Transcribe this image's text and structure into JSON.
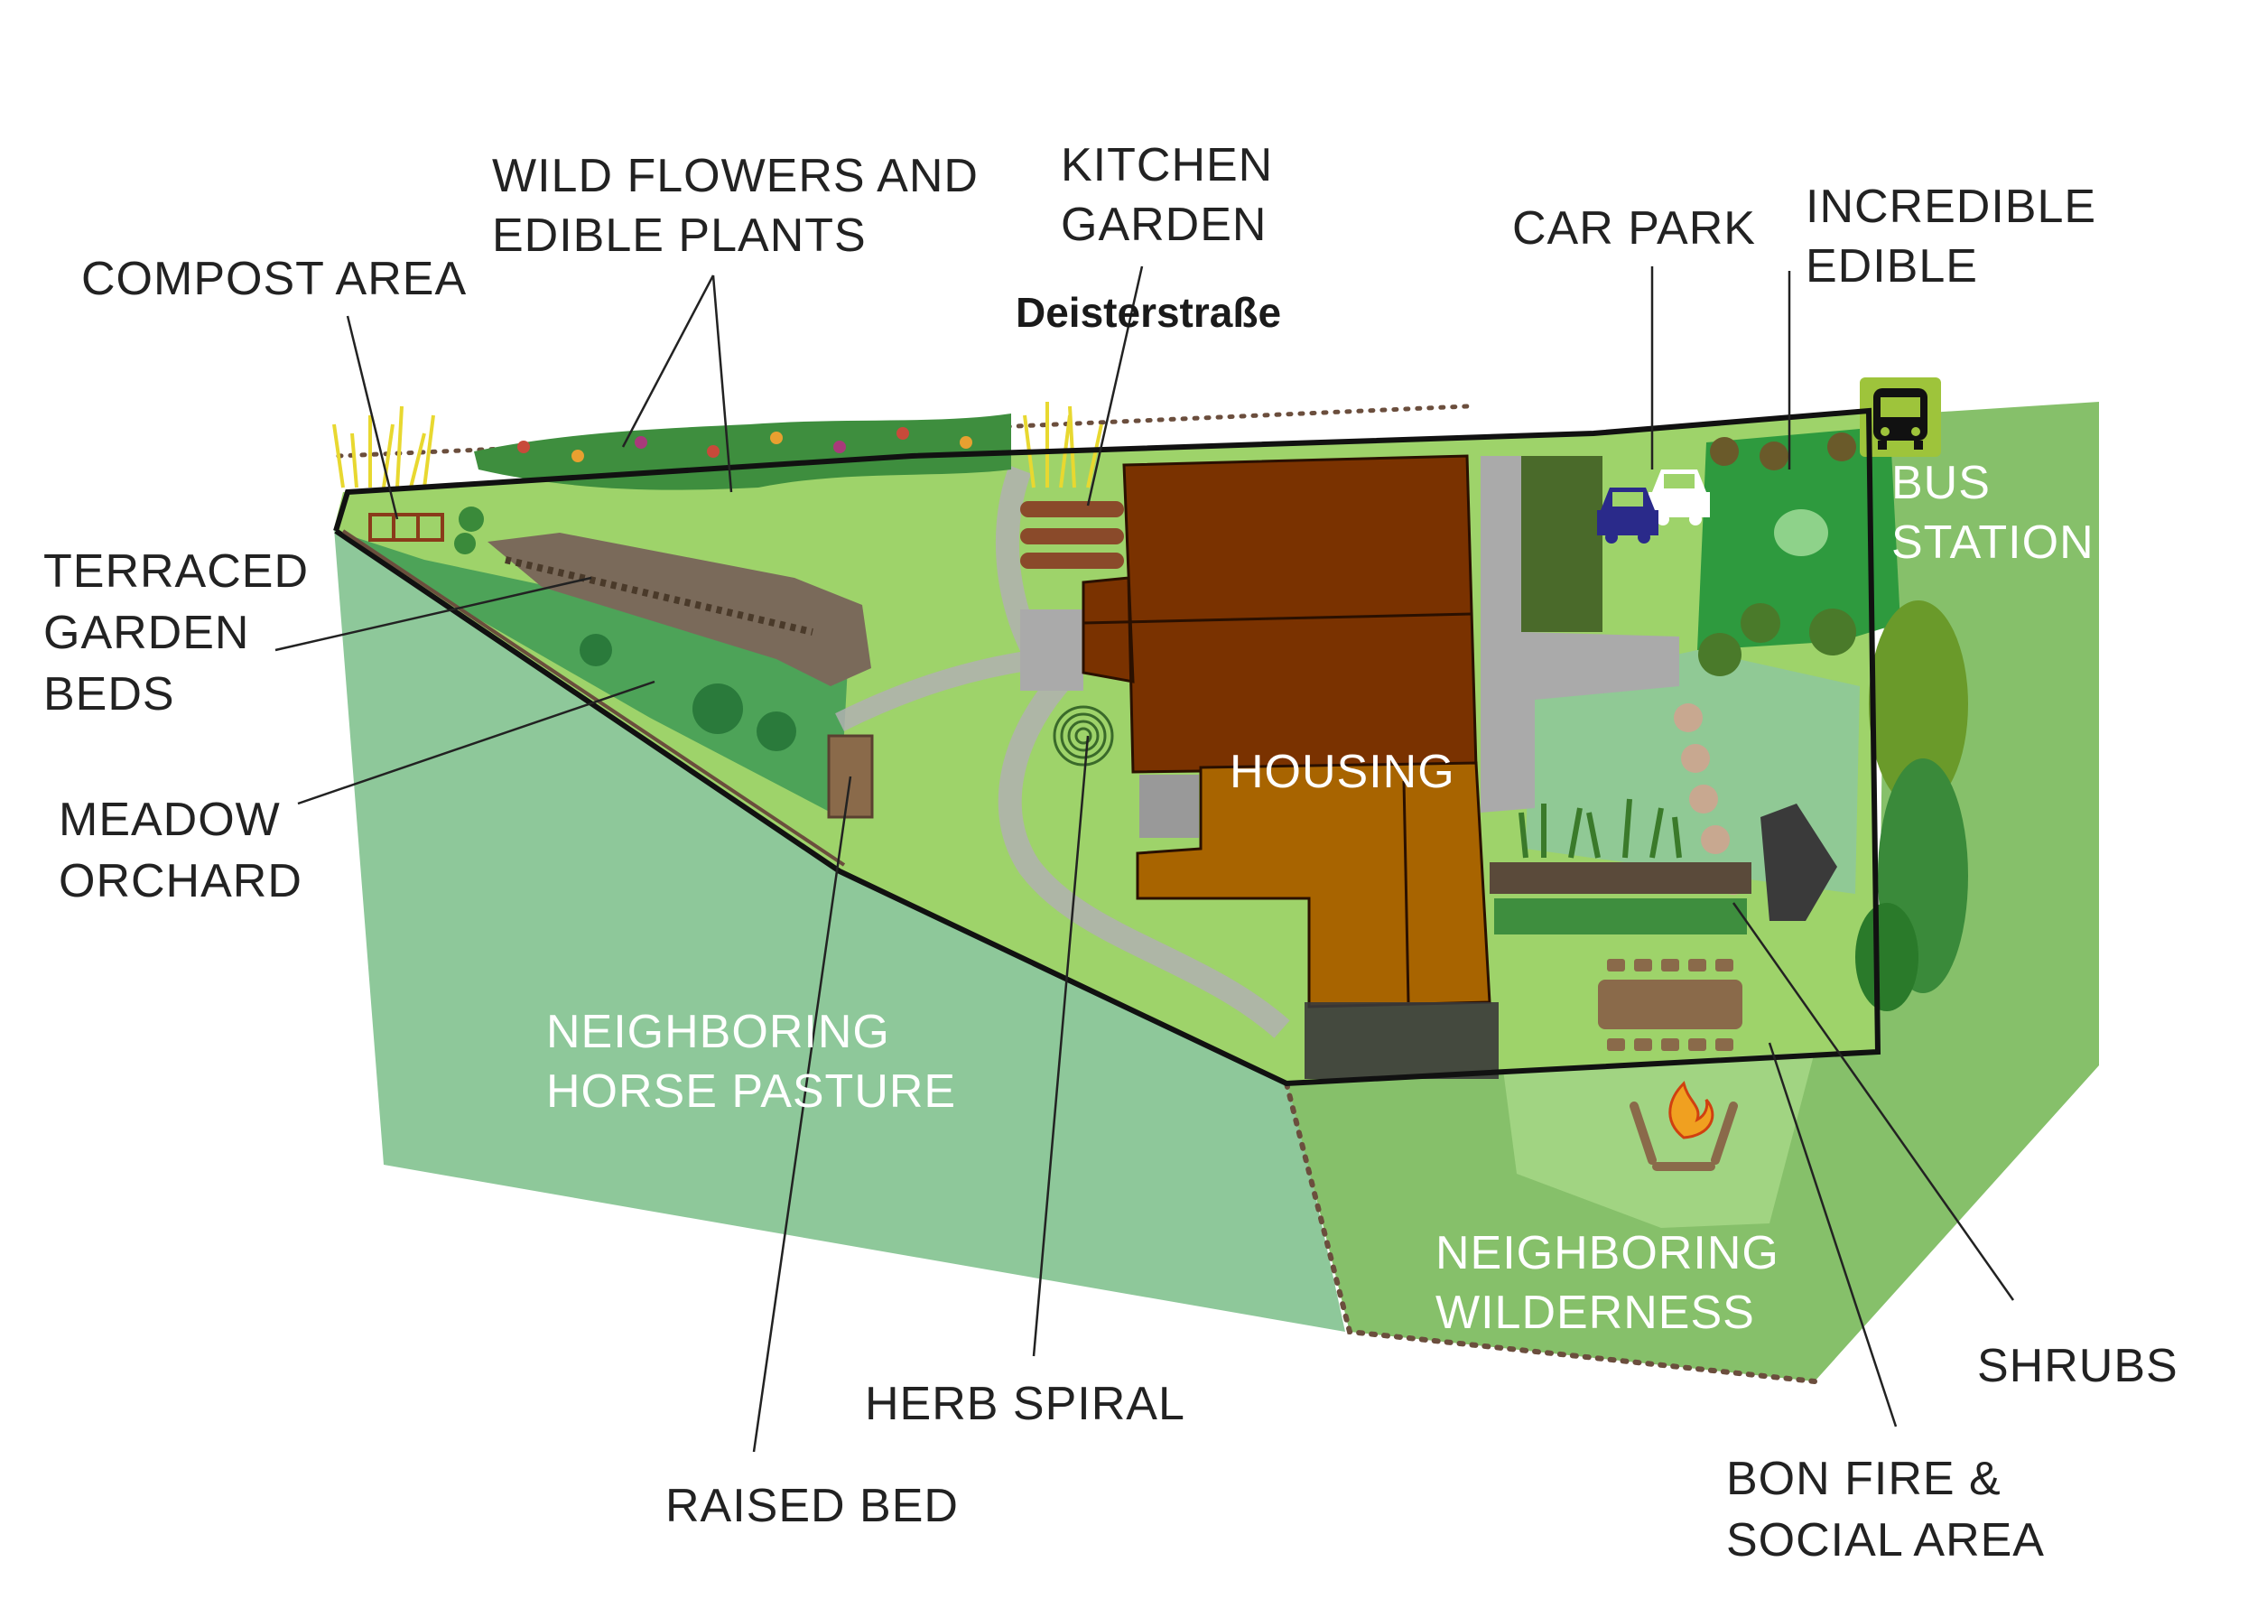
{
  "street_name": "Deisterstraße",
  "labels": {
    "compost_area": [
      "COMPOST AREA"
    ],
    "wild_flowers": [
      "WILD FLOWERS AND",
      "EDIBLE PLANTS"
    ],
    "kitchen_garden": [
      "KITCHEN",
      "GARDEN"
    ],
    "car_park": [
      "CAR PARK"
    ],
    "incredible_edible": [
      "INCREDIBLE",
      "EDIBLE"
    ],
    "bus_station": [
      "BUS",
      "STATION"
    ],
    "terraced_beds": [
      "TERRACED",
      "GARDEN",
      "BEDS"
    ],
    "meadow_orchard": [
      "MEADOW",
      "ORCHARD"
    ],
    "housing": [
      "HOUSING"
    ],
    "horse_pasture": [
      "NEIGHBORING",
      "HORSE PASTURE"
    ],
    "wilderness": [
      "NEIGHBORING",
      "WILDERNESS"
    ],
    "shrubs": [
      "SHRUBS"
    ],
    "herb_spiral": [
      "HERB SPIRAL"
    ],
    "raised_bed": [
      "RAISED BED"
    ],
    "bonfire": [
      "BON FIRE &",
      "SOCIAL AREA"
    ]
  },
  "icons": {
    "bus": "bus-icon",
    "car": "car-icon",
    "fire": "fire-icon"
  },
  "colors": {
    "property_green": "#9ed36a",
    "pasture_green": "#8ec89a",
    "wilderness_green": "#86c06a",
    "housing_dark": "#7a3200",
    "housing_light": "#a86400",
    "path_grey": "#b0b0b0",
    "bus_sign": "#9ec43b"
  }
}
